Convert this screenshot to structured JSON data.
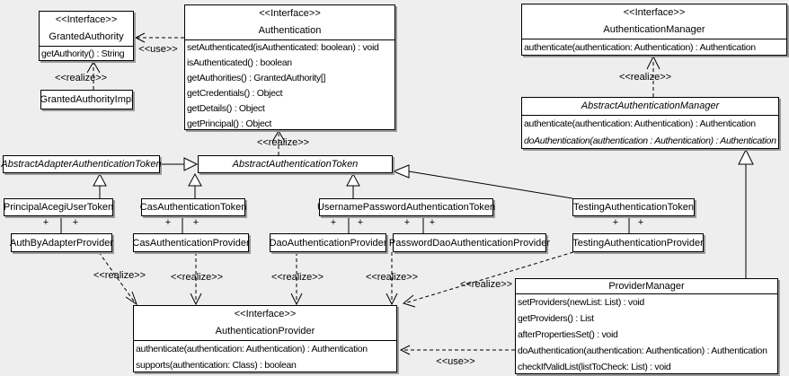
{
  "labels": {
    "use": "<<use>>",
    "realize": "<<realize>>",
    "plus": "+",
    "interface_stereotype": "<<Interface>>"
  },
  "colors": {
    "background": "#eeeeee",
    "box_fill": "#ffffff",
    "line": "#000000",
    "shadow": "#9a9a9a"
  },
  "classes": {
    "granted_authority": {
      "stereotype": "<<Interface>>",
      "name": "GrantedAuthority",
      "methods": [
        "getAuthority() : String"
      ]
    },
    "granted_authority_impl": {
      "name": "GrantedAuthorityImpl"
    },
    "authentication": {
      "stereotype": "<<Interface>>",
      "name": "Authentication",
      "methods": [
        "setAuthenticated(isAuthenticated: boolean) : void",
        "isAuthenticated() : boolean",
        "getAuthorities() : GrantedAuthority[]",
        "getCredentials() : Object",
        "getDetails() : Object",
        "getPrincipal() : Object"
      ]
    },
    "authentication_manager": {
      "stereotype": "<<Interface>>",
      "name": "AuthenticationManager",
      "methods": [
        "authenticate(authentication: Authentication) : Authentication"
      ]
    },
    "abstract_authentication_manager": {
      "name": "AbstractAuthenticationManager",
      "methods": [
        "authenticate(authentication: Authentication) : Authentication",
        "doAuthentication(authentication : Authentication) : Authentication"
      ]
    },
    "abstract_adapter_authentication_token": {
      "name": "AbstractAdapterAuthenticationToken"
    },
    "abstract_authentication_token": {
      "name": "AbstractAuthenticationToken"
    },
    "principal_acegi_user_token": {
      "name": "PrincipalAcegiUserToken"
    },
    "cas_authentication_token": {
      "name": "CasAuthenticationToken"
    },
    "username_password_authentication_token": {
      "name": "UsernamePasswordAuthenticationToken"
    },
    "testing_authentication_token": {
      "name": "TestingAuthenticationToken"
    },
    "auth_by_adapter_provider": {
      "name": "AuthByAdapterProvider"
    },
    "cas_authentication_provider": {
      "name": "CasAuthenticationProvider"
    },
    "dao_authentication_provider": {
      "name": "DaoAuthenticationProvider"
    },
    "password_dao_authentication_provider": {
      "name": "PasswordDaoAuthenticationProvider"
    },
    "testing_authentication_provider": {
      "name": "TestingAuthenticationProvider"
    },
    "authentication_provider": {
      "stereotype": "<<Interface>>",
      "name": "AuthenticationProvider",
      "methods": [
        "authenticate(authentication: Authentication) : Authentication",
        "supports(authentication: Class) : boolean"
      ]
    },
    "provider_manager": {
      "name": "ProviderManager",
      "methods": [
        "setProviders(newList: List) : void",
        "getProviders() : List",
        "afterPropertiesSet() : void",
        "doAuthentication(authentication: Authentication) : Authentication",
        "checkIfValidList(listToCheck: List) : void"
      ]
    }
  }
}
